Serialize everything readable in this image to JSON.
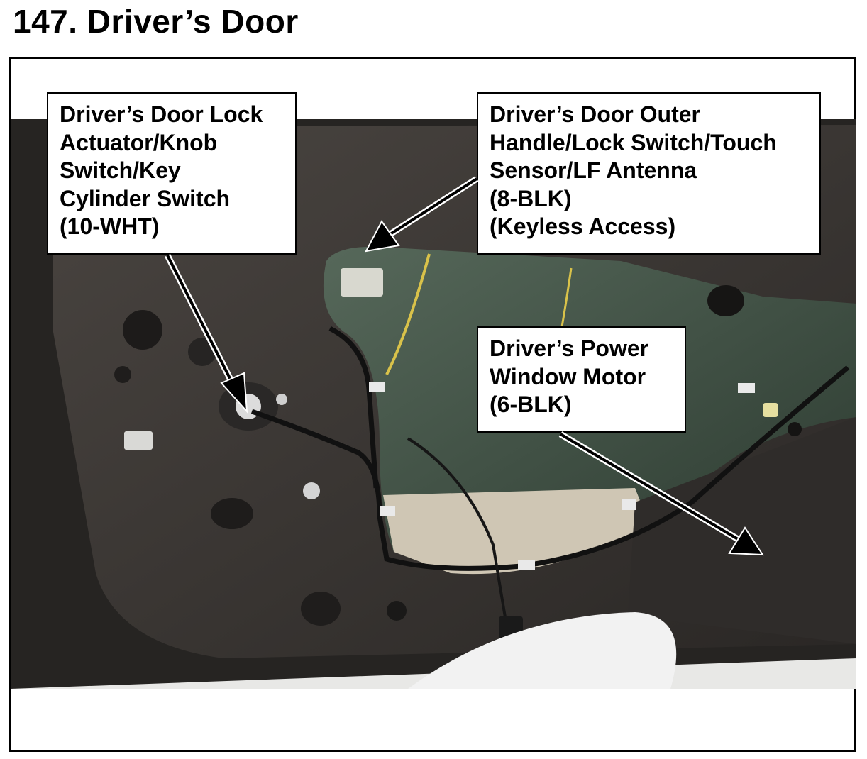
{
  "header": {
    "title": "147.  Driver’s Door"
  },
  "callouts": {
    "lock_actuator": {
      "lines": [
        "Driver’s Door Lock",
        "Actuator/Knob",
        "Switch/Key",
        "Cylinder Switch",
        "(10-WHT)"
      ]
    },
    "outer_handle": {
      "lines": [
        "Driver’s Door Outer",
        "Handle/Lock Switch/Touch",
        "Sensor/LF Antenna",
        "(8-BLK)",
        "(Keyless Access)"
      ]
    },
    "window_motor": {
      "lines": [
        "Driver’s Power",
        "Window Motor",
        "(6-BLK)"
      ]
    }
  },
  "colors": {
    "door_panel": "#3d3936",
    "glass": "#3c4a3e",
    "wire_yellow": "#d9c24a",
    "frame": "#000000"
  }
}
